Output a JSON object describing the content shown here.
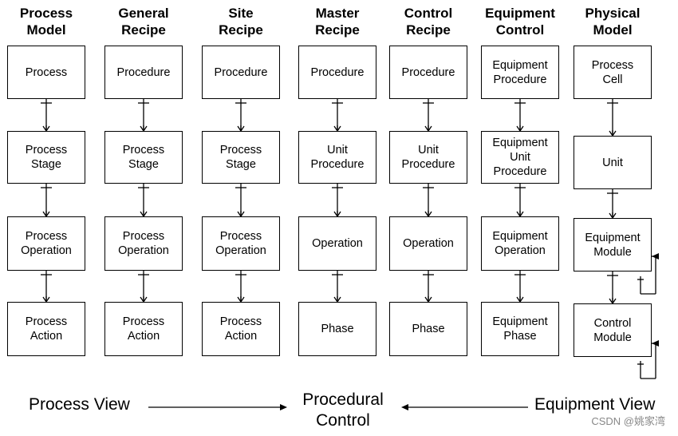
{
  "columns": [
    {
      "header": "Process\nModel",
      "boxes": [
        "Process",
        "Process\nStage",
        "Process\nOperation",
        "Process\nAction"
      ]
    },
    {
      "header": "General\nRecipe",
      "boxes": [
        "Procedure",
        "Process\nStage",
        "Process\nOperation",
        "Process\nAction"
      ]
    },
    {
      "header": "Site\nRecipe",
      "boxes": [
        "Procedure",
        "Process\nStage",
        "Process\nOperation",
        "Process\nAction"
      ]
    },
    {
      "header": "Master\nRecipe",
      "boxes": [
        "Procedure",
        "Unit\nProcedure",
        "Operation",
        "Phase"
      ]
    },
    {
      "header": "Control\nRecipe",
      "boxes": [
        "Procedure",
        "Unit\nProcedure",
        "Operation",
        "Phase"
      ]
    },
    {
      "header": "Equipment\nControl",
      "boxes": [
        "Equipment\nProcedure",
        "Equipment\nUnit\nProcedure",
        "Equipment\nOperation",
        "Equipment\nPhase"
      ]
    },
    {
      "header": "Physical\nModel",
      "boxes": [
        "Process\nCell",
        "Unit",
        "Equipment\nModule",
        "Control\nModule"
      ]
    }
  ],
  "footer": {
    "left": "Process View",
    "center": "Procedural\nControl",
    "right": "Equipment View"
  },
  "watermark": "CSDN @姚家湾"
}
